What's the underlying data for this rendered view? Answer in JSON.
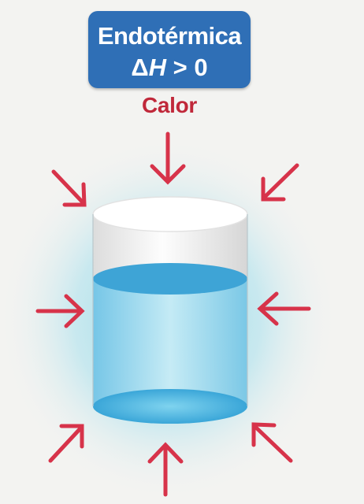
{
  "title": {
    "line1": "Endotérmica",
    "delta": "Δ",
    "variable": "H",
    "relation": " > 0"
  },
  "heat_label": "Calor",
  "colors": {
    "title_bg": "#2f6fb6",
    "arrow": "#d7334a",
    "label": "#c0283a",
    "liquid": "#5ab8e0",
    "glow": "#9fdbe8"
  },
  "icons": {
    "container": "beaker-cylinder-icon",
    "arrows": "inward-arrow-icon"
  }
}
